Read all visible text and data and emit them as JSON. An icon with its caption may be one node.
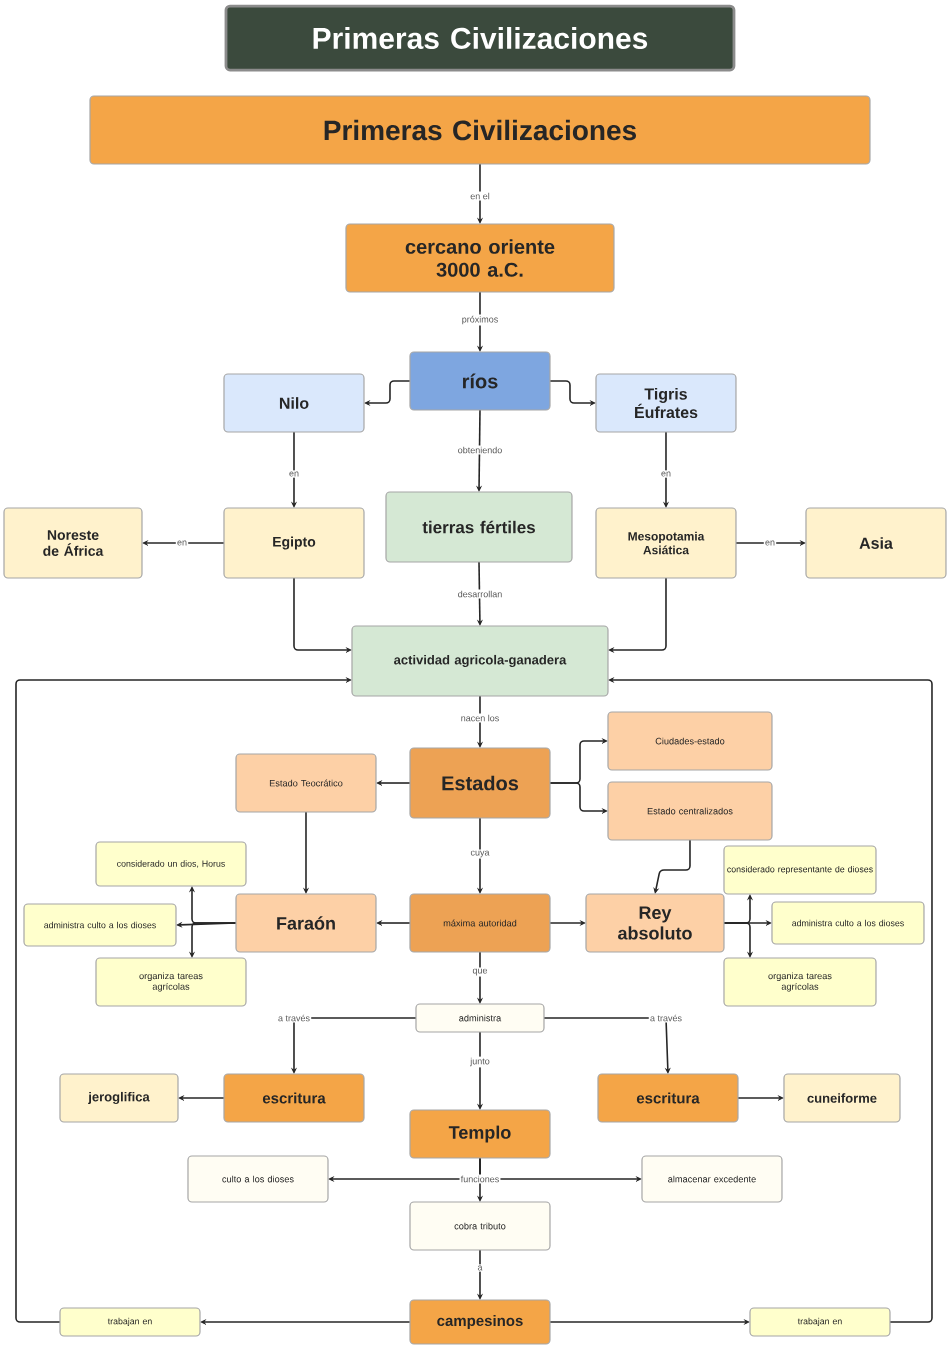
{
  "diagram": {
    "nodes": [
      {
        "text": [
          "Primeras Civilizaciones"
        ]
      },
      {
        "text": [
          "Primeras Civilizaciones"
        ]
      },
      {
        "text": [
          "cercano oriente 3000 a.C."
        ]
      },
      {
        "text": [
          "ríos"
        ]
      },
      {
        "text": [
          "Nilo"
        ]
      },
      {
        "text": [
          "Tigris Éufrates"
        ]
      },
      {
        "text": [
          "Noreste de África"
        ]
      },
      {
        "text": [
          "Egipto"
        ]
      },
      {
        "text": [
          "tierras fértiles"
        ]
      },
      {
        "text": [
          "Mesopotamia Asiática"
        ]
      },
      {
        "text": [
          "Asia"
        ]
      },
      {
        "text": [
          "actividad agricola-ganadera"
        ]
      },
      {
        "text": [
          "Estados"
        ]
      },
      {
        "text": [
          "Estado Teocrático"
        ]
      },
      {
        "text": [
          "Ciudades-estado"
        ]
      },
      {
        "text": [
          "Estado centralizados"
        ]
      },
      {
        "text": [
          "considerado un dios, Horus"
        ]
      },
      {
        "text": [
          "Faraón"
        ]
      },
      {
        "text": [
          "máxima autoridad"
        ]
      },
      {
        "text": [
          "Rey absoluto"
        ]
      },
      {
        "text": [
          "considerado representante de dioses"
        ]
      },
      {
        "text": [
          "administra culto a los dioses"
        ]
      },
      {
        "text": [
          "administra culto a los dioses"
        ]
      },
      {
        "text": [
          "organiza tareas agrícolas"
        ]
      },
      {
        "text": [
          "organiza tareas agrícolas"
        ]
      },
      {
        "text": [
          "administra"
        ]
      },
      {
        "text": [
          "escritura"
        ]
      },
      {
        "text": [
          "jeroglifica"
        ]
      },
      {
        "text": [
          "escritura"
        ]
      },
      {
        "text": [
          "cuneiforme"
        ]
      },
      {
        "text": [
          "Templo"
        ]
      },
      {
        "text": [
          "culto a los dioses"
        ]
      },
      {
        "text": [
          "almacenar excedente"
        ]
      },
      {
        "text": [
          "cobra tributo"
        ]
      },
      {
        "text": [
          "campesinos"
        ]
      },
      {
        "text": [
          "trabajan en"
        ]
      },
      {
        "text": [
          "trabajan en"
        ]
      }
    ],
    "edges": [
      {
        "from": 1,
        "to": 2,
        "arrow": "to",
        "label": "en el"
      },
      {
        "from": 2,
        "to": 3,
        "arrow": "to",
        "label": "próximos"
      },
      {
        "from": 3,
        "to": 4,
        "arrow": "to"
      },
      {
        "from": 3,
        "to": 5,
        "arrow": "to"
      },
      {
        "from": 4,
        "to": 7,
        "arrow": "to",
        "label": "en"
      },
      {
        "from": 3,
        "to": 8,
        "arrow": "to",
        "label": "obteniendo"
      },
      {
        "from": 5,
        "to": 9,
        "arrow": "to",
        "label": "en"
      },
      {
        "from": 7,
        "to": 6,
        "arrow": "to",
        "label": "en"
      },
      {
        "from": 9,
        "to": 10,
        "arrow": "to",
        "label": "en"
      },
      {
        "from": 8,
        "to": 11,
        "arrow": "to",
        "label": "desarrollan"
      },
      {
        "from": 7,
        "to": 11,
        "arrow": "to"
      },
      {
        "from": 9,
        "to": 11,
        "arrow": "to"
      },
      {
        "from": 11,
        "to": 12,
        "arrow": "to",
        "label": "nacen los"
      },
      {
        "from": 12,
        "to": 13,
        "arrow": "to"
      },
      {
        "from": 12,
        "to": 14,
        "arrow": "to"
      },
      {
        "from": 12,
        "to": 15,
        "arrow": "to"
      },
      {
        "from": 13,
        "to": 17,
        "arrow": "to"
      },
      {
        "from": 12,
        "to": 18,
        "arrow": "to",
        "label": "cuya"
      },
      {
        "from": 15,
        "to": 19,
        "arrow": "to"
      },
      {
        "from": 18,
        "to": 17,
        "arrow": "to"
      },
      {
        "from": 18,
        "to": 19,
        "arrow": "to"
      },
      {
        "from": 17,
        "to": 16,
        "arrow": "to"
      },
      {
        "from": 17,
        "to": 21,
        "arrow": "to"
      },
      {
        "from": 17,
        "to": 23,
        "arrow": "to"
      },
      {
        "from": 19,
        "to": 20,
        "arrow": "to"
      },
      {
        "from": 19,
        "to": 22,
        "arrow": "to"
      },
      {
        "from": 19,
        "to": 24,
        "arrow": "to"
      },
      {
        "from": 18,
        "to": 25,
        "arrow": "to",
        "label": "que"
      },
      {
        "from": 25,
        "to": 26,
        "arrow": "to",
        "label": "a través"
      },
      {
        "from": 25,
        "to": 28,
        "arrow": "to",
        "label": "a través"
      },
      {
        "from": 26,
        "to": 27,
        "arrow": "to"
      },
      {
        "from": 28,
        "to": 29,
        "arrow": "to"
      },
      {
        "from": 25,
        "to": 30,
        "arrow": "to",
        "label": "junto"
      },
      {
        "from": 30,
        "to": 31,
        "arrow": "to"
      },
      {
        "from": 30,
        "to": 32,
        "arrow": "to"
      },
      {
        "from": 30,
        "to": 33,
        "arrow": "to",
        "label": "funciones"
      },
      {
        "from": 33,
        "to": 34,
        "arrow": "to",
        "label": "a"
      },
      {
        "from": 34,
        "to": 35,
        "arrow": "to"
      },
      {
        "from": 34,
        "to": 36,
        "arrow": "to"
      },
      {
        "from": 35,
        "to": 11,
        "arrow": "to"
      },
      {
        "from": 36,
        "to": 11,
        "arrow": "to"
      }
    ]
  }
}
